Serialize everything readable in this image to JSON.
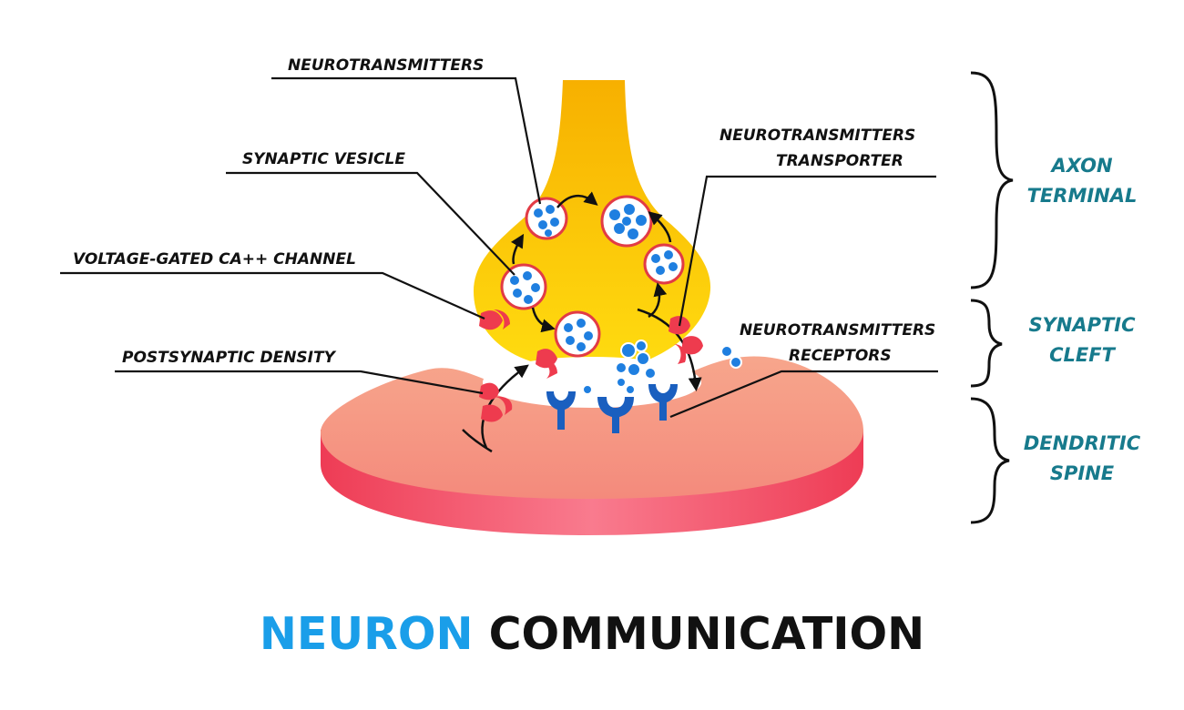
{
  "labels": {
    "neurotransmitters": "NEUROTRANSMITTERS",
    "synaptic_vesicle": "SYNAPTIC VESICLE",
    "voltage_gated_channel": "VOLTAGE-GATED CA++ CHANNEL",
    "postsynaptic_density": "POSTSYNAPTIC DENSITY",
    "transporter_line1": "NEUROTRANSMITTERS",
    "transporter_line2": "TRANSPORTER",
    "receptors_line1": "NEUROTRANSMITTERS",
    "receptors_line2": "RECEPTORS"
  },
  "regions": {
    "axon_terminal": [
      "AXON",
      "TERMINAL"
    ],
    "synaptic_cleft": [
      "SYNAPTIC",
      "CLEFT"
    ],
    "dendritic_spine": [
      "DENDRITIC",
      "SPINE"
    ]
  },
  "title": {
    "part1": "NEURON",
    "part2": "COMMUNICATION"
  },
  "colors": {
    "axon": "#fbc400",
    "dendrite": "#f2566b",
    "vesicle_border": "#e23b45",
    "neurotransmitter": "#1f7fe0",
    "receptor": "#1a5fbf",
    "region_text": "#177a8c",
    "title_accent": "#1a9ee9"
  }
}
